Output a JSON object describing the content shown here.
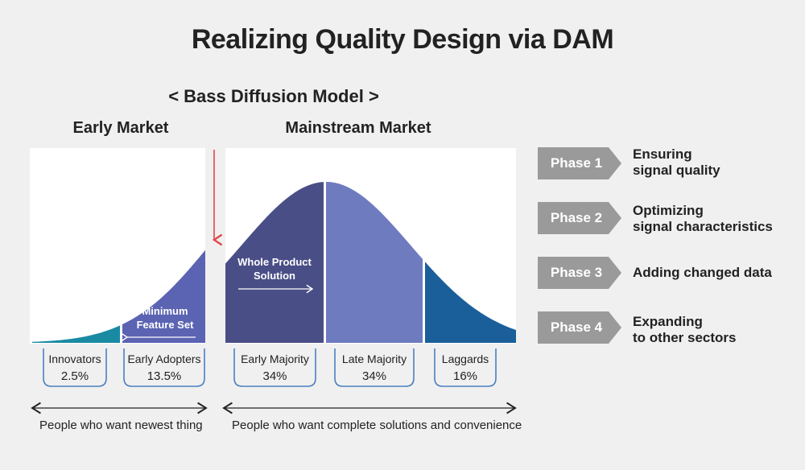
{
  "title": "Realizing Quality Design via DAM",
  "subtitle": "< Bass Diffusion Model >",
  "market_labels": {
    "early": "Early Market",
    "mainstream": "Mainstream Market"
  },
  "annotations": {
    "minimum_feature_set": "Minimum\nFeature Set",
    "whole_product_solution": "Whole Product\nSolution"
  },
  "segments": [
    {
      "name": "Innovators",
      "value": "2.5%",
      "share": 2.5,
      "color": "#1a8aa3"
    },
    {
      "name": "Early Adopters",
      "value": "13.5%",
      "share": 13.5,
      "color": "#5b63b3"
    },
    {
      "name": "Early Majority",
      "value": "34%",
      "share": 34,
      "color": "#4a4e86"
    },
    {
      "name": "Late Majority",
      "value": "34%",
      "share": 34,
      "color": "#6f7bbf"
    },
    {
      "name": "Laggards",
      "value": "16%",
      "share": 16,
      "color": "#1a5f9a"
    }
  ],
  "phases": [
    {
      "label": "Phase 1",
      "desc": "Ensuring\nsignal quality"
    },
    {
      "label": "Phase 2",
      "desc": "Optimizing\nsignal characteristics"
    },
    {
      "label": "Phase 3",
      "desc": "Adding changed data"
    },
    {
      "label": "Phase 4",
      "desc": "Expanding\nto other sectors"
    }
  ],
  "bottom_captions": {
    "left": "People who want newest thing",
    "right": "People who want complete solutions and convenience"
  },
  "colors": {
    "chasm_arrow": "#e0474c",
    "phase_tag": "#9a9a9a",
    "panel": "#ffffff",
    "bracket": "#4a80c0"
  }
}
